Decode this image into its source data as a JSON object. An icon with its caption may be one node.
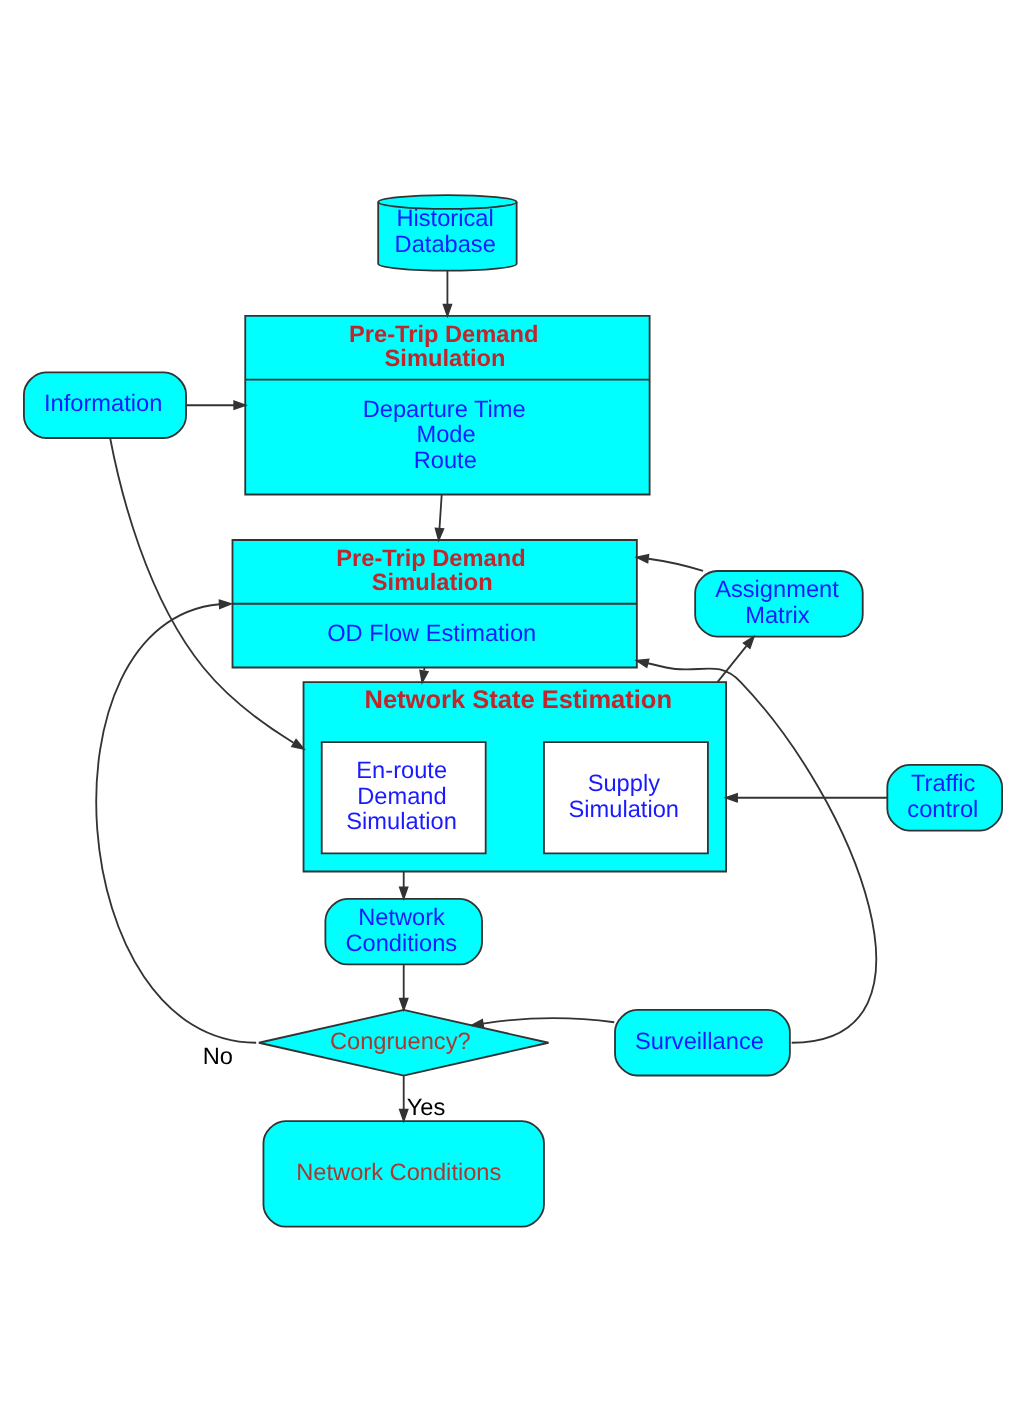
{
  "diagram": {
    "nodes": [
      {
        "text": [
          "Historical Database"
        ]
      },
      {
        "text": [
          "Pre-Trip Demand Simulation",
          "Departure Time",
          "Mode",
          "Route"
        ]
      },
      {
        "text": [
          "Information"
        ]
      },
      {
        "text": [
          "Pre-Trip Demand Simulation",
          "OD Flow Estimation"
        ]
      },
      {
        "text": [
          "Assignment Matrix"
        ]
      },
      {
        "text": [
          "Network State Estimation"
        ]
      },
      {
        "text": [
          "En-route Demand Simulation"
        ],
        "in": 5
      },
      {
        "text": [
          "Supply Simulation"
        ],
        "in": 5
      },
      {
        "text": [
          "Traffic control"
        ]
      },
      {
        "text": [
          "Network Conditions"
        ]
      },
      {
        "text": [
          "Congruency?"
        ]
      },
      {
        "text": [
          "Surveillance"
        ]
      },
      {
        "text": [
          "Network Conditions"
        ]
      }
    ],
    "edges": [
      {
        "from": 0,
        "to": 1,
        "arrow": "to"
      },
      {
        "from": 2,
        "to": 1,
        "arrow": "to"
      },
      {
        "from": 1,
        "to": 3,
        "arrow": "to"
      },
      {
        "from": 4,
        "to": 3,
        "arrow": "to"
      },
      {
        "from": 11,
        "to": 3,
        "arrow": "to"
      },
      {
        "from": 2,
        "to": 5,
        "arrow": "to"
      },
      {
        "from": 3,
        "to": 5,
        "arrow": "to"
      },
      {
        "from": 5,
        "to": 4,
        "arrow": "to"
      },
      {
        "from": 8,
        "to": 5,
        "arrow": "to"
      },
      {
        "from": 5,
        "to": 9,
        "arrow": "to"
      },
      {
        "from": 9,
        "to": 10,
        "arrow": "to"
      },
      {
        "from": 10,
        "to": 3,
        "arrow": "to",
        "label": "No"
      },
      {
        "from": 11,
        "to": 10,
        "arrow": "to"
      },
      {
        "from": 10,
        "to": 12,
        "arrow": "to",
        "label": "Yes"
      }
    ]
  }
}
